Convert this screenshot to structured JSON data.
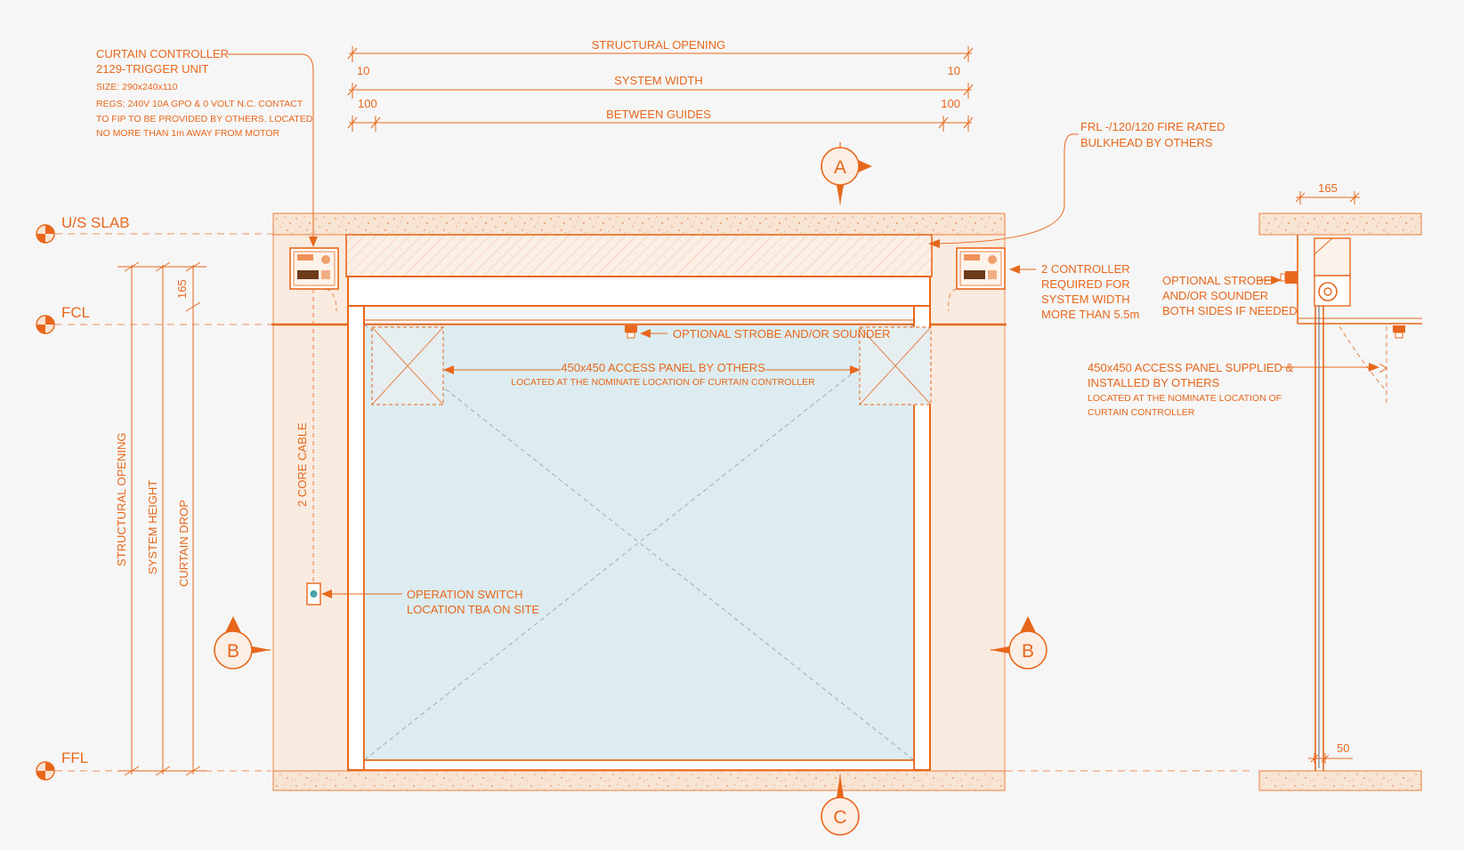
{
  "colors": {
    "primary": "#e8671b",
    "glass": "#dcecf0",
    "slab": "#f7e6d6",
    "background": "#f6f6f6"
  },
  "levels": {
    "slab": "U/S SLAB",
    "fcl": "FCL",
    "ffl": "FFL"
  },
  "dimensions": {
    "structural_opening": "STRUCTURAL OPENING",
    "structural_opening_left": "10",
    "structural_opening_right": "10",
    "system_width": "SYSTEM WIDTH",
    "system_width_left": "100",
    "system_width_right": "100",
    "between_guides": "BETWEEN GUIDES",
    "head_165": "165",
    "section_165": "165",
    "section_50": "50",
    "v_structural_opening": "STRUCTURAL OPENING",
    "v_system_height": "SYSTEM HEIGHT",
    "v_curtain_drop": "CURTAIN DROP"
  },
  "notes": {
    "controller_title_1": "CURTAIN CONTROLLER",
    "controller_title_2": "2129-TRIGGER UNIT",
    "controller_size": "SIZE: 290x240x110",
    "controller_regs_1": "REGS: 240V 10A GPO & 0 VOLT N.C. CONTACT",
    "controller_regs_2": "TO FIP TO BE PROVIDED BY OTHERS. LOCATED",
    "controller_regs_3": "NO MORE THAN 1m AWAY FROM MOTOR",
    "bulkhead_1": "FRL -/120/120 FIRE RATED",
    "bulkhead_2": "BULKHEAD BY OTHERS",
    "two_controller_1": "2 CONTROLLER",
    "two_controller_2": "REQUIRED FOR",
    "two_controller_3": "SYSTEM WIDTH",
    "two_controller_4": "MORE THAN 5.5m",
    "strobe_front": "OPTIONAL STROBE AND/OR SOUNDER",
    "access_front_1": "450x450 ACCESS PANEL BY OTHERS",
    "access_front_2": "LOCATED AT THE NOMINATE LOCATION OF CURTAIN CONTROLLER",
    "cable": "2 CORE CABLE",
    "switch_1": "OPERATION SWITCH",
    "switch_2": "LOCATION TBA ON SITE",
    "strobe_side_1": "OPTIONAL STROBE",
    "strobe_side_2": "AND/OR SOUNDER",
    "strobe_side_3": "BOTH SIDES IF NEEDED",
    "access_side_1": "450x450 ACCESS PANEL SUPPLIED &",
    "access_side_2": "INSTALLED BY OTHERS",
    "access_side_3": "LOCATED AT THE NOMINATE LOCATION OF",
    "access_side_4": "CURTAIN CONTROLLER"
  },
  "markers": {
    "a": "A",
    "b_left": "B",
    "b_right": "B",
    "c": "C"
  }
}
